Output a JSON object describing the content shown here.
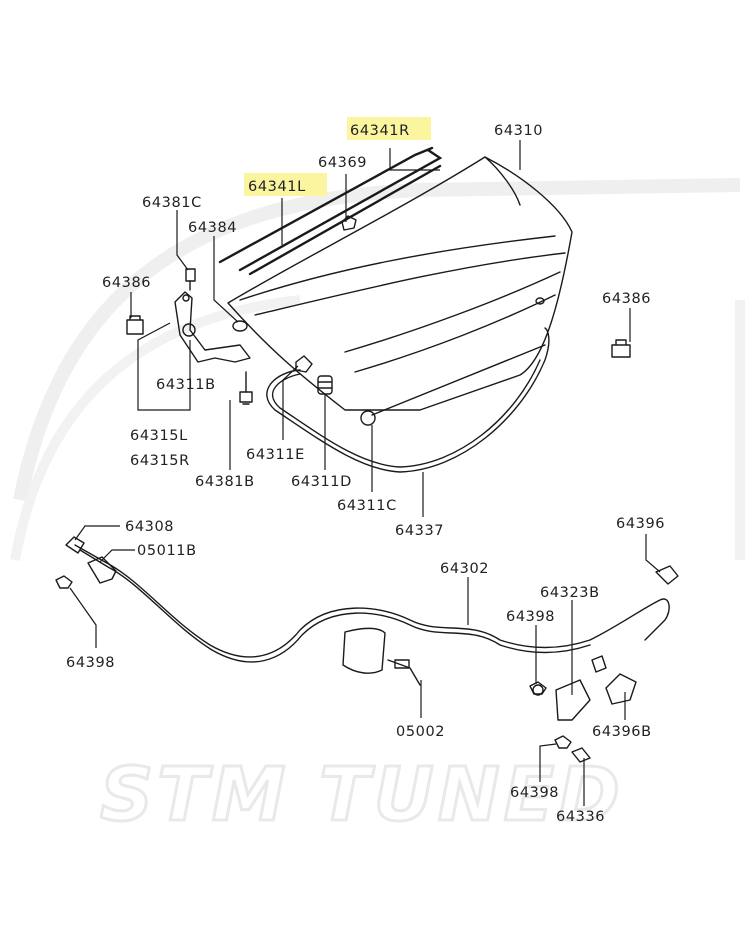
{
  "watermark": "STM TUNED",
  "labels": {
    "p64341R": "64341R",
    "p64341L": "64341L",
    "p64310": "64310",
    "p64369": "64369",
    "p64381C": "64381C",
    "p64384": "64384",
    "p64386_left": "64386",
    "p64386_right": "64386",
    "p64311B": "64311B",
    "p64315L": "64315L",
    "p64315R": "64315R",
    "p64311E": "64311E",
    "p64311D": "64311D",
    "p64381B": "64381B",
    "p64311C": "64311C",
    "p64337": "64337",
    "p64308": "64308",
    "p05011B": "05011B",
    "p64302": "64302",
    "p64396": "64396",
    "p64323B": "64323B",
    "p64398_left": "64398",
    "p64398_mid": "64398",
    "p64398_bottom": "64398",
    "p64396B": "64396B",
    "p05002": "05002",
    "p64336": "64336"
  },
  "highlight_color": "#fbf5a0"
}
